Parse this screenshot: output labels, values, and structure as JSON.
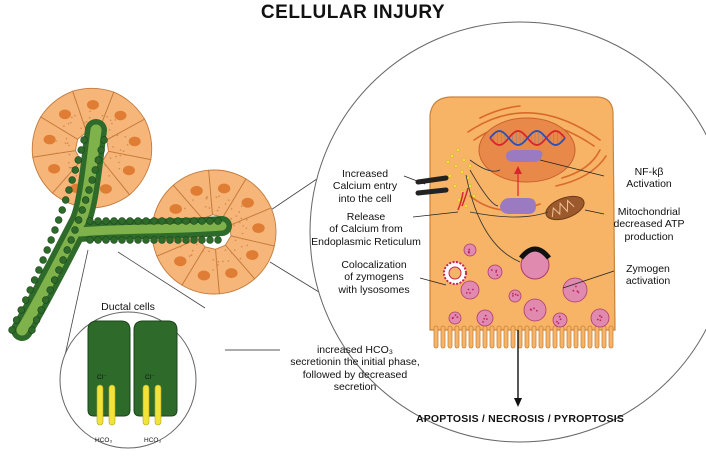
{
  "title": "CELLULAR INJURY",
  "labels": {
    "calcium_entry": [
      "Increased",
      "Calcium entry",
      "into the cell"
    ],
    "calcium_release": [
      "Release",
      "of Calcium from",
      "Endoplasmic Reticulum"
    ],
    "colocalization": [
      "Colocalization",
      "of zymogens",
      "with lysosomes"
    ],
    "nfkb": [
      "NF-kβ",
      "Activation"
    ],
    "mitochondrial": [
      "Mitochondrial",
      "decreased ATP",
      "production"
    ],
    "zymogen": [
      "Zymogen",
      "activation"
    ],
    "ductal_cells": "Ductal cells",
    "hco3_secretion": [
      "increased HCO₃",
      "secretionin the initial phase,",
      "followed by decreased",
      "secretion"
    ],
    "cl_left": "Cl⁻",
    "cl_right": "Cl⁻",
    "hco3_left": "HCO₃",
    "hco3_right": "HCO₃",
    "outcome": "APOPTOSIS / NECROSIS / PYROPTOSIS"
  },
  "colors": {
    "acinar": "#f6b679",
    "acinar_edge": "#c57a3b",
    "nucleus": "#e07d35",
    "duct_dark": "#2e6b2b",
    "duct_light": "#7fb24a",
    "cell_zoom": "#f7b366",
    "cell_nucleus": "#e8894a",
    "er": "#d9692a",
    "dna_red": "#d9262c",
    "dna_blue": "#2b4fb6",
    "protein": "#9a7bc2",
    "granule": "#e08ab0",
    "granule_dot": "#c0245a",
    "yellow": "#f2e33a"
  }
}
